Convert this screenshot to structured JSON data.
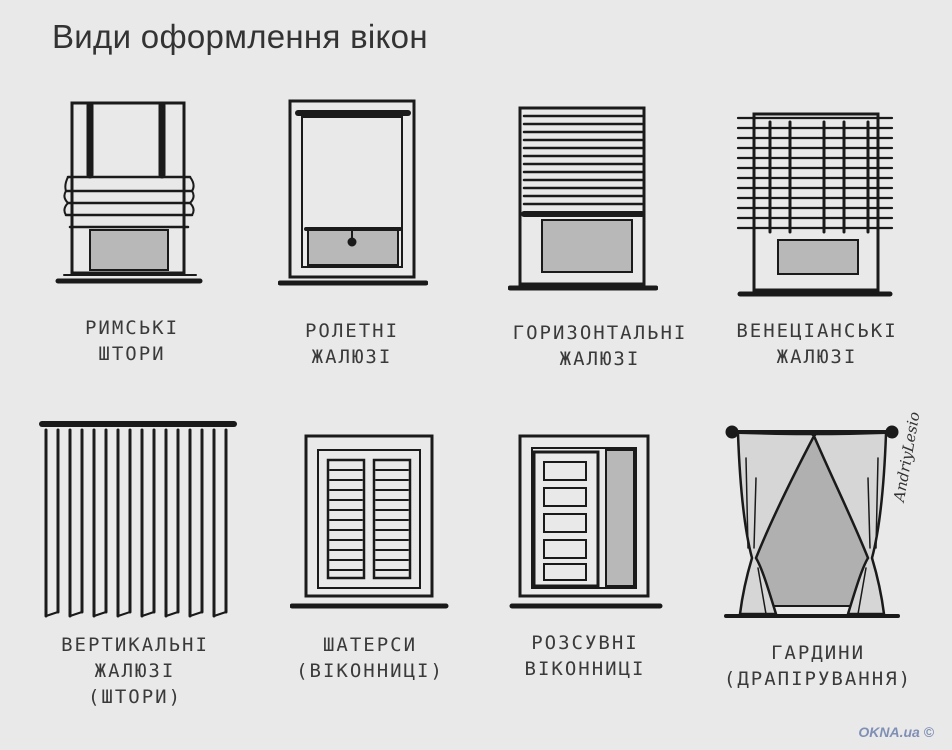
{
  "title": "Види оформлення вікон",
  "items": [
    {
      "line1": "РИМСЬКІ",
      "line2": "ШТОРИ",
      "line3": ""
    },
    {
      "line1": "РОЛЕТНІ",
      "line2": "ЖАЛЮЗІ",
      "line3": ""
    },
    {
      "line1": "ГОРИЗОНТАЛЬНІ",
      "line2": "ЖАЛЮЗІ",
      "line3": ""
    },
    {
      "line1": "ВЕНЕЦІАНСЬКІ",
      "line2": "ЖАЛЮЗІ",
      "line3": ""
    },
    {
      "line1": "ВЕРТИКАЛЬНІ",
      "line2": "ЖАЛЮЗІ",
      "line3": "(ШТОРИ)"
    },
    {
      "line1": "ШАТЕРСИ",
      "line2": "(ВІКОННИЦІ)",
      "line3": ""
    },
    {
      "line1": "РОЗСУВНІ",
      "line2": "ВІКОННИЦІ",
      "line3": ""
    },
    {
      "line1": "ГАРДИНИ",
      "line2": "(ДРАПІРУВАННЯ)",
      "line3": ""
    }
  ],
  "signature": "AndriyLesio",
  "watermark": "OKNA.ua ©"
}
